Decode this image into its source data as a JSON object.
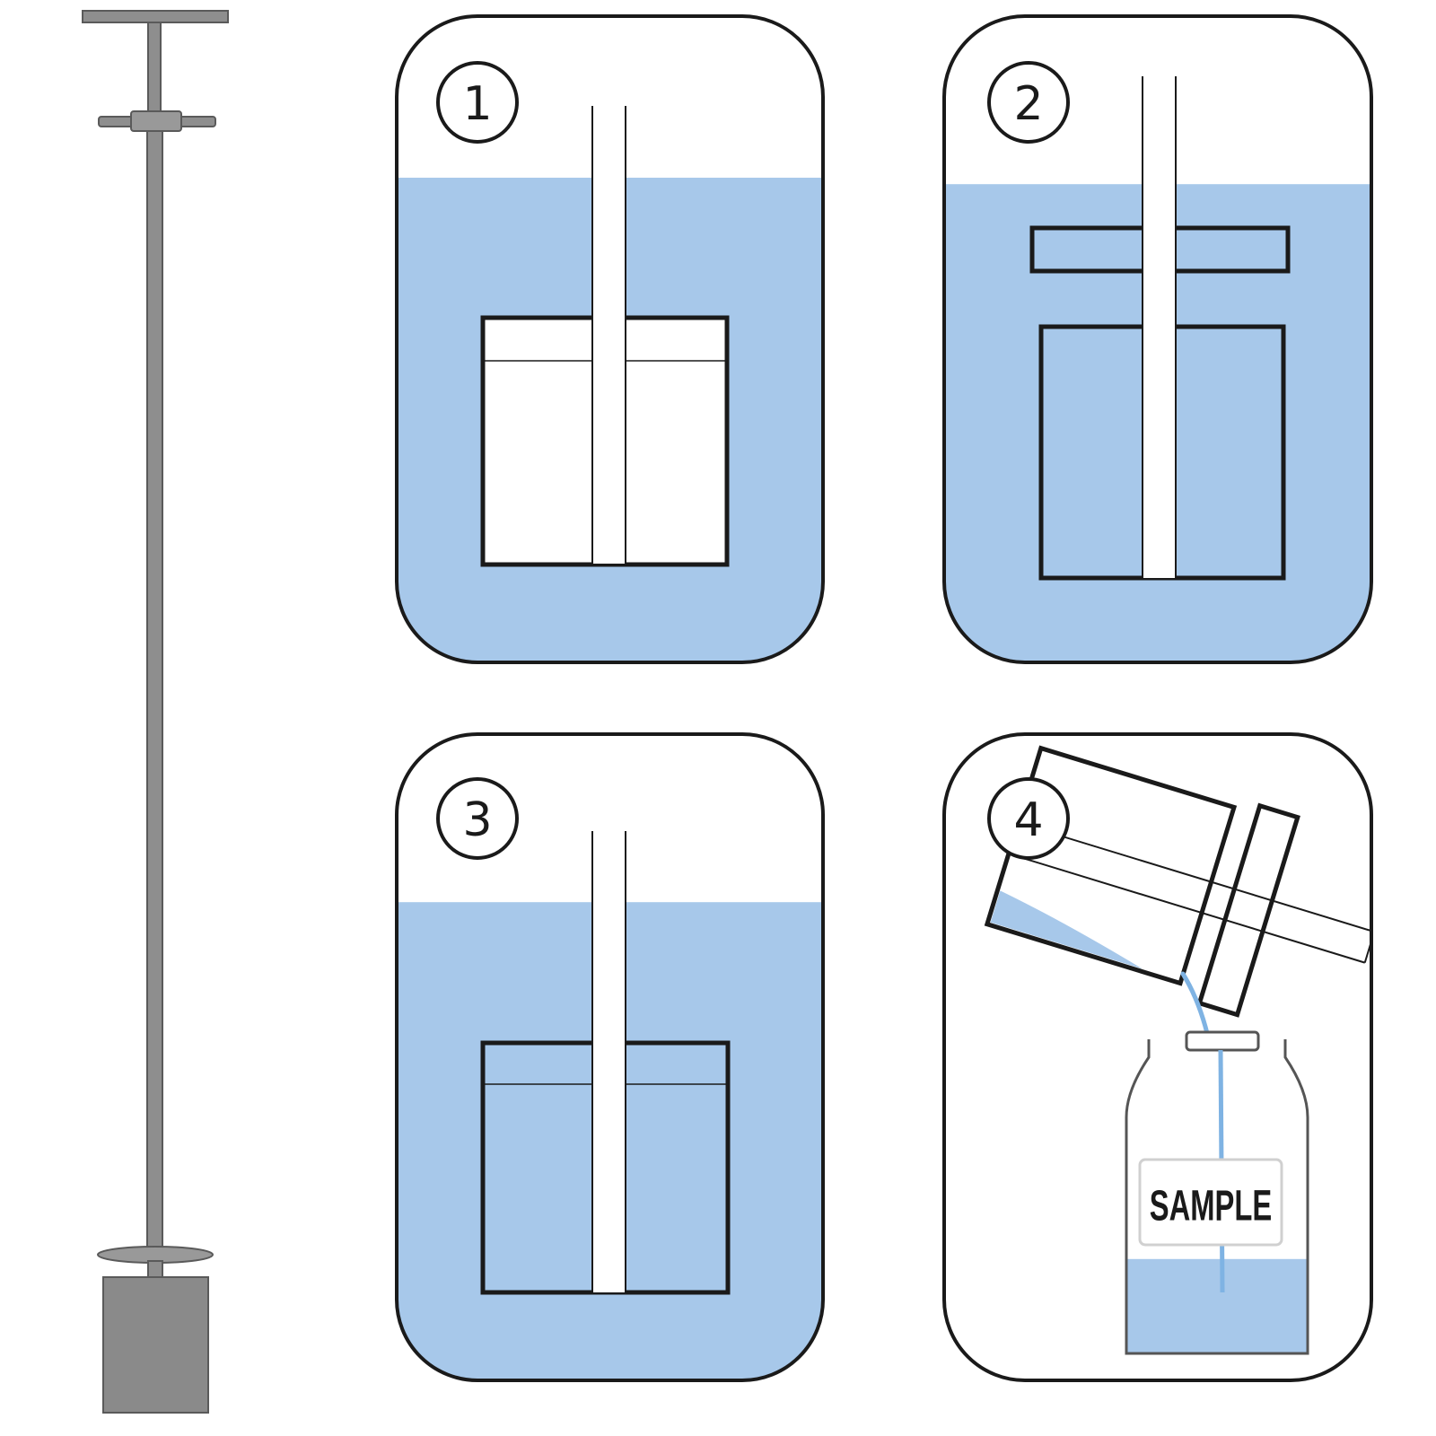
{
  "colors": {
    "water": "#a7c8ea",
    "stroke": "#1a1a1a",
    "device_metal": "#8e8e8e",
    "device_stroke": "#5a5a5a",
    "panel_bg": "#ffffff"
  },
  "device": {
    "name": "sampler-pole"
  },
  "steps": [
    {
      "number": "1",
      "water_level_fraction": 0.25
    },
    {
      "number": "2",
      "water_level_fraction": 0.26
    },
    {
      "number": "3",
      "water_level_fraction": 0.26
    },
    {
      "number": "4"
    }
  ],
  "bottle": {
    "label": "SAMPLE",
    "fill_fraction": 0.4
  }
}
